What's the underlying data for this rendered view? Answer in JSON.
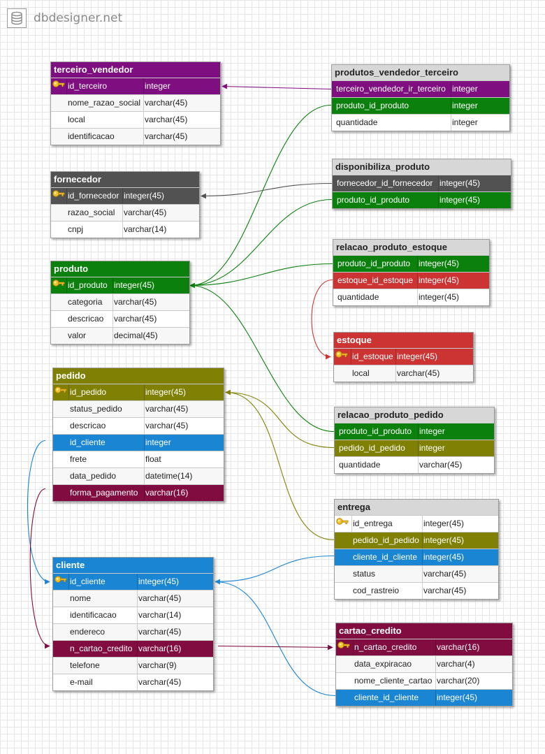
{
  "site": {
    "name": "dbdesigner.net"
  },
  "colors": {
    "purple": "#7f0f80",
    "dark": "#525252",
    "green": "#0b800c",
    "red": "#cc3434",
    "olive": "#808004",
    "blue": "#1a85d3",
    "wine": "#800c40",
    "gray_header": "#d7d7d7"
  },
  "tables": [
    {
      "id": "terceiro_vendedor",
      "name": "terceiro_vendedor",
      "color": "purple",
      "fields": [
        {
          "name": "id_terceiro",
          "type": "integer",
          "pk": true,
          "color": "purple"
        },
        {
          "name": "nome_razao_social",
          "type": "varchar(45)"
        },
        {
          "name": "local",
          "type": "varchar(45)"
        },
        {
          "name": "identificacao",
          "type": "varchar(45)"
        }
      ]
    },
    {
      "id": "fornecedor",
      "name": "fornecedor",
      "color": "dark",
      "fields": [
        {
          "name": "id_fornecedor",
          "type": "integer(45)",
          "pk": true,
          "color": "dark"
        },
        {
          "name": "razao_social",
          "type": "varchar(45)"
        },
        {
          "name": "cnpj",
          "type": "varchar(14)"
        }
      ]
    },
    {
      "id": "produto",
      "name": "produto",
      "color": "green",
      "fields": [
        {
          "name": "id_produto",
          "type": "integer(45)",
          "pk": true,
          "color": "green"
        },
        {
          "name": "categoria",
          "type": "varchar(45)"
        },
        {
          "name": "descricao",
          "type": "varchar(45)"
        },
        {
          "name": "valor",
          "type": "decimal(45)"
        }
      ]
    },
    {
      "id": "pedido",
      "name": "pedido",
      "color": "olive",
      "fields": [
        {
          "name": "id_pedido",
          "type": "integer(45)",
          "pk": true,
          "color": "olive"
        },
        {
          "name": "status_pedido",
          "type": "varchar(45)"
        },
        {
          "name": "descricao",
          "type": "varchar(45)"
        },
        {
          "name": "id_cliente",
          "type": "integer",
          "color": "blue"
        },
        {
          "name": "frete",
          "type": "float"
        },
        {
          "name": "data_pedido",
          "type": "datetime(14)"
        },
        {
          "name": "forma_pagamento",
          "type": "varchar(16)",
          "color": "wine"
        }
      ]
    },
    {
      "id": "cliente",
      "name": "cliente",
      "color": "blue",
      "fields": [
        {
          "name": "id_cliente",
          "type": "integer(45)",
          "pk": true,
          "color": "blue"
        },
        {
          "name": "nome",
          "type": "varchar(45)"
        },
        {
          "name": "identificacao",
          "type": "varchar(14)"
        },
        {
          "name": "endereco",
          "type": "varchar(45)"
        },
        {
          "name": "n_cartao_credito",
          "type": "varchar(16)",
          "color": "wine"
        },
        {
          "name": "telefone",
          "type": "varchar(9)"
        },
        {
          "name": "e-mail",
          "type": "varchar(45)"
        }
      ]
    },
    {
      "id": "produtos_vendedor_terceiro",
      "name": "produtos_vendedor_terceiro",
      "color": "gray_header",
      "fields": [
        {
          "name": "terceiro_vendedor_ir_terceiro",
          "type": "integer",
          "color": "purple"
        },
        {
          "name": "produto_id_produto",
          "type": "integer",
          "color": "green"
        },
        {
          "name": "quantidade",
          "type": "integer"
        }
      ]
    },
    {
      "id": "disponibiliza_produto",
      "name": "disponibiliza_produto",
      "color": "gray_header",
      "fields": [
        {
          "name": "fornecedor_id_fornecedor",
          "type": "integer(45)",
          "color": "dark"
        },
        {
          "name": "produto_id_produto",
          "type": "integer(45)",
          "color": "green"
        }
      ]
    },
    {
      "id": "relacao_produto_estoque",
      "name": "relacao_produto_estoque",
      "color": "gray_header",
      "fields": [
        {
          "name": "produto_id_produto",
          "type": "integer(45)",
          "color": "green"
        },
        {
          "name": "estoque_id_estoque",
          "type": "integer(45)",
          "color": "red"
        },
        {
          "name": "quantidade",
          "type": "integer(45)"
        }
      ]
    },
    {
      "id": "estoque",
      "name": "estoque",
      "color": "red",
      "fields": [
        {
          "name": "id_estoque",
          "type": "integer(45)",
          "pk": true,
          "color": "red"
        },
        {
          "name": "local",
          "type": "varchar(45)"
        }
      ]
    },
    {
      "id": "relacao_produto_pedido",
      "name": "relacao_produto_pedido",
      "color": "gray_header",
      "fields": [
        {
          "name": "produto_id_produto",
          "type": "integer",
          "color": "green"
        },
        {
          "name": "pedido_id_pedido",
          "type": "integer",
          "color": "olive"
        },
        {
          "name": "quantidade",
          "type": "varchar(45)"
        }
      ]
    },
    {
      "id": "entrega",
      "name": "entrega",
      "color": "gray_header",
      "fields": [
        {
          "name": "id_entrega",
          "type": "integer(45)",
          "pk": true
        },
        {
          "name": "pedido_id_pedido",
          "type": "integer(45)",
          "color": "olive"
        },
        {
          "name": "cliente_id_cliente",
          "type": "integer(45)",
          "color": "blue"
        },
        {
          "name": "status",
          "type": "varchar(45)"
        },
        {
          "name": "cod_rastreio",
          "type": "varchar(45)"
        }
      ]
    },
    {
      "id": "cartao_credito",
      "name": "cartao_credito",
      "color": "wine",
      "fields": [
        {
          "name": "n_cartao_credito",
          "type": "varchar(16)",
          "pk": true,
          "color": "wine"
        },
        {
          "name": "data_expiracao",
          "type": "varchar(4)"
        },
        {
          "name": "nome_cliente_cartao",
          "type": "varchar(20)"
        },
        {
          "name": "cliente_id_cliente",
          "type": "integer(45)",
          "color": "blue"
        }
      ]
    }
  ]
}
